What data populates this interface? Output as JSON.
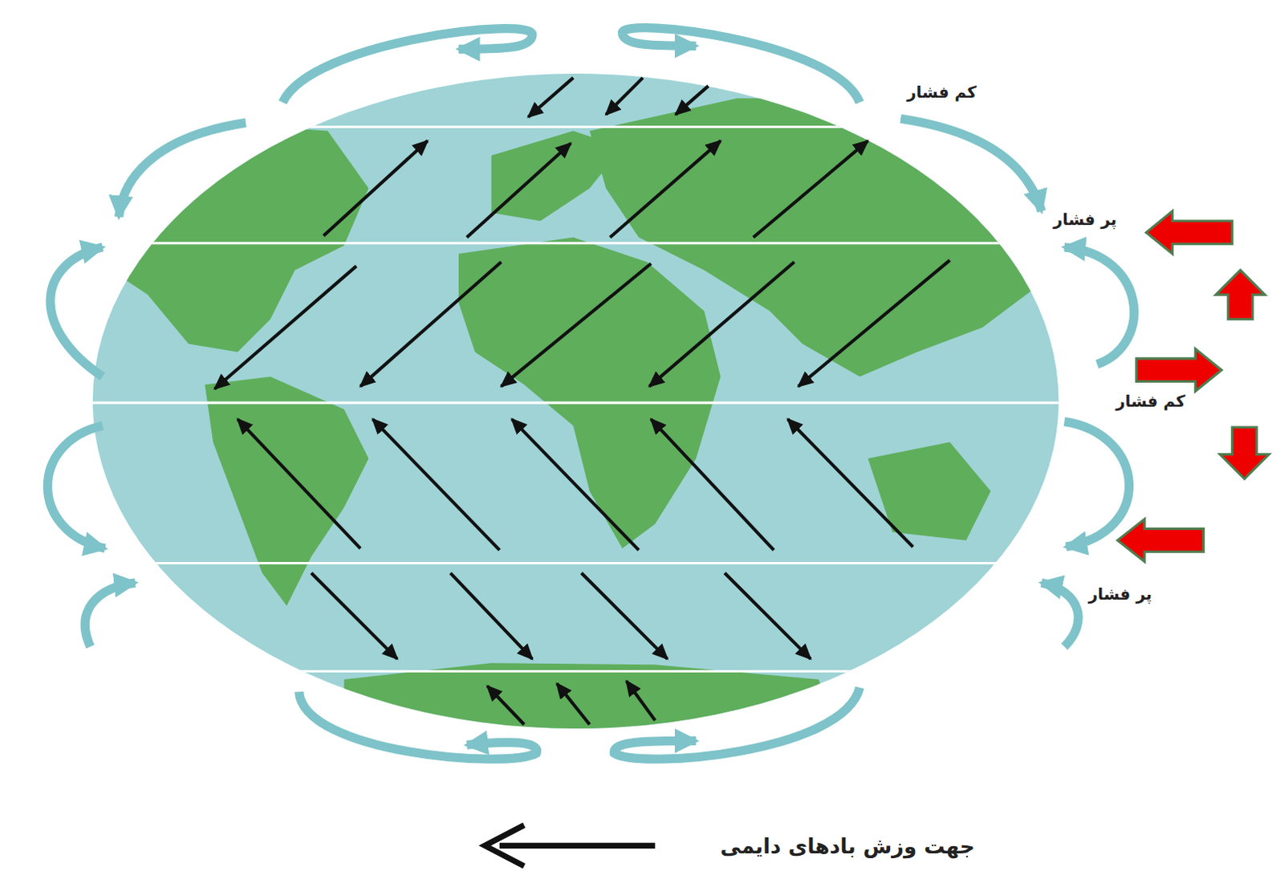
{
  "diagram": {
    "labels": [
      "کم فشار",
      "پر فشار",
      "کم فشار",
      "پر فشار"
    ],
    "legend": [
      {
        "text": "جهت وزش بادهای دایمی"
      }
    ]
  }
}
